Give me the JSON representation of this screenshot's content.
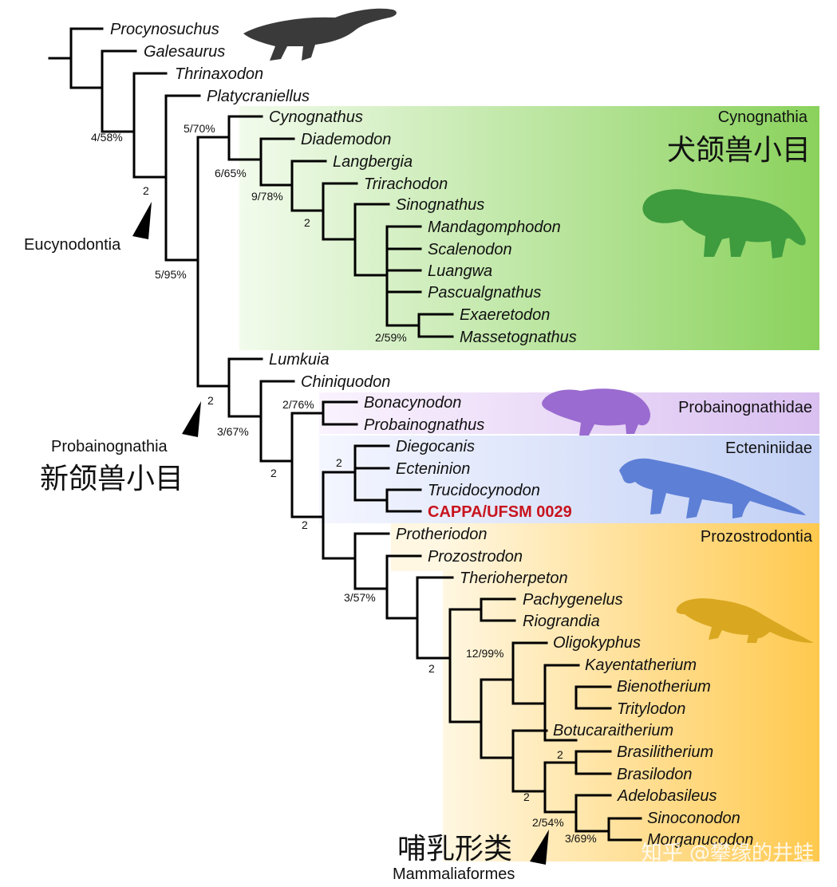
{
  "taxa": [
    "Procynosuchus",
    "Galesaurus",
    "Thrinaxodon",
    "Platycraniellus",
    "Cynognathus",
    "Diademodon",
    "Langbergia",
    "Trirachodon",
    "Sinognathus",
    "Mandagomphodon",
    "Scalenodon",
    "Luangwa",
    "Pascualgnathus",
    "Exaeretodon",
    "Massetognathus",
    "Lumkuia",
    "Chiniquodon",
    "Bonacynodon",
    "Probainognathus",
    "Diegocanis",
    "Ecteninion",
    "Trucidocynodon",
    "CAPPA/UFSM 0029",
    "Protheriodon",
    "Prozostrodon",
    "Therioherpeton",
    "Pachygenelus",
    "Riograndia",
    "Oligokyphus",
    "Kayentatherium",
    "Bienotherium",
    "Tritylodon",
    "Botucaraitherium",
    "Brasilitherium",
    "Brasilodon",
    "Adelobasileus",
    "Sinoconodon",
    "Morganucodon"
  ],
  "highlighted_taxon": "CAPPA/UFSM 0029",
  "support_values": {
    "s_4_58": "4/58%",
    "s_2_eucy": "2",
    "s_5_70": "5/70%",
    "s_6_65": "6/65%",
    "s_9_78": "9/78%",
    "s_2_traversodont": "2",
    "s_2_59": "2/59%",
    "s_5_95": "5/95%",
    "s_2_probai": "2",
    "s_3_67": "3/67%",
    "s_2_76": "2/76%",
    "s_2_chiniq": "2",
    "s_2_ectenin": "2",
    "s_2_prozo": "2",
    "s_3_57": "3/57%",
    "s_2_therio": "2",
    "s_12_99": "12/99%",
    "s_2_brasil": "2",
    "s_2_mammalia": "2",
    "s_2_54": "2/54%",
    "s_3_69": "3/69%"
  },
  "clades": {
    "cynognathia": "Cynognathia",
    "cynognathia_cn": "犬颌兽小目",
    "eucynodontia": "Eucynodontia",
    "probainognathia": "Probainognathia",
    "probainognathia_cn": "新颌兽小目",
    "probainognathidae": "Probainognathidae",
    "ecteniniidae": "Ecteniniidae",
    "prozostrodontia": "Prozostrodontia",
    "mammaliaformes": "Mammaliaformes",
    "mammaliaformes_cn": "哺乳形类"
  },
  "colors": {
    "cynognathia_box": "#8ad25c",
    "probainognathidae_box": "#dcc2ee",
    "ecteniniidae_box": "#c7d3f5",
    "prozostrodontia_box": "#ffc94e",
    "cynognathia_silhouette": "#3e9b3e",
    "probainognathidae_silhouette": "#9a6bd0",
    "ecteniniidae_silhouette": "#5d7fd6",
    "prozostrodontia_silhouette": "#d9a820",
    "outgroup_silhouette": "#3a3a3a",
    "highlight_text": "#c8141e"
  },
  "silhouettes": [
    "procynosuchus-silhouette",
    "cynognathia-silhouette",
    "probainognathidae-silhouette",
    "ecteniniidae-silhouette",
    "prozostrodontia-silhouette"
  ],
  "watermark": "知乎 @攀缘的井蛙"
}
